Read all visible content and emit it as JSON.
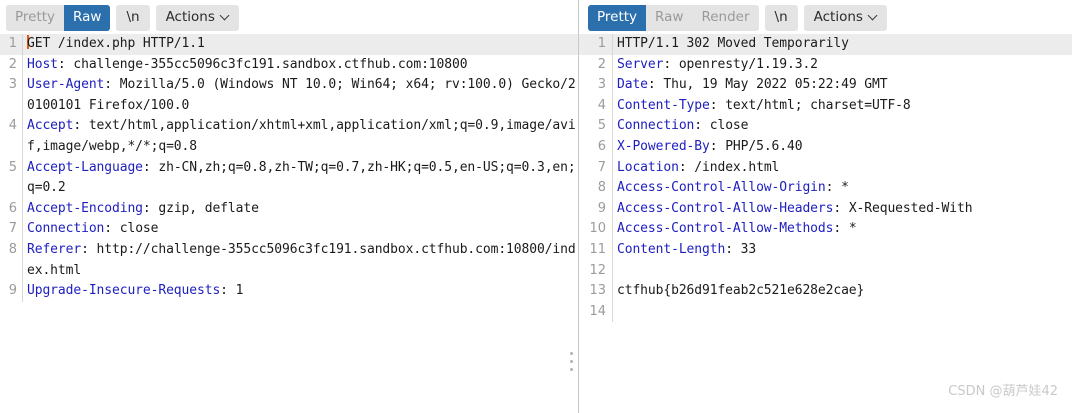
{
  "request_panel": {
    "toolbar": {
      "segments": [
        {
          "label": "Pretty",
          "state": "inactive"
        },
        {
          "label": "Raw",
          "state": "active"
        }
      ],
      "newline_label": "\\n",
      "actions_label": "Actions",
      "caret_icon": "chevron-down-icon"
    },
    "lines": [
      {
        "num": "1",
        "header": "",
        "value": "GET /index.php HTTP/1.1",
        "highlight": true,
        "cursor": true
      },
      {
        "num": "2",
        "header": "Host",
        "value": ": challenge-355cc5096c3fc191.sandbox.ctfhub.com:10800"
      },
      {
        "num": "3",
        "header": "User-Agent",
        "value": ": Mozilla/5.0 (Windows NT 10.0; Win64; x64; rv:100.0) Gecko/20100101 Firefox/100.0"
      },
      {
        "num": "4",
        "header": "Accept",
        "value": ": text/html,application/xhtml+xml,application/xml;q=0.9,image/avif,image/webp,*/*;q=0.8"
      },
      {
        "num": "5",
        "header": "Accept-Language",
        "value": ": zh-CN,zh;q=0.8,zh-TW;q=0.7,zh-HK;q=0.5,en-US;q=0.3,en;q=0.2"
      },
      {
        "num": "6",
        "header": "Accept-Encoding",
        "value": ": gzip, deflate"
      },
      {
        "num": "7",
        "header": "Connection",
        "value": ": close"
      },
      {
        "num": "8",
        "header": "Referer",
        "value": ": http://challenge-355cc5096c3fc191.sandbox.ctfhub.com:10800/index.html"
      },
      {
        "num": "9",
        "header": "Upgrade-Insecure-Requests",
        "value": ": 1"
      }
    ]
  },
  "response_panel": {
    "toolbar": {
      "segments": [
        {
          "label": "Pretty",
          "state": "active"
        },
        {
          "label": "Raw",
          "state": "inactive"
        },
        {
          "label": "Render",
          "state": "inactive"
        }
      ],
      "newline_label": "\\n",
      "actions_label": "Actions",
      "caret_icon": "chevron-down-icon"
    },
    "lines": [
      {
        "num": "1",
        "header": "",
        "value": "HTTP/1.1 302 Moved Temporarily",
        "highlight": true
      },
      {
        "num": "2",
        "header": "Server",
        "value": ": openresty/1.19.3.2"
      },
      {
        "num": "3",
        "header": "Date",
        "value": ": Thu, 19 May 2022 05:22:49 GMT"
      },
      {
        "num": "4",
        "header": "Content-Type",
        "value": ": text/html; charset=UTF-8"
      },
      {
        "num": "5",
        "header": "Connection",
        "value": ": close"
      },
      {
        "num": "6",
        "header": "X-Powered-By",
        "value": ": PHP/5.6.40"
      },
      {
        "num": "7",
        "header": "Location",
        "value": ": /index.html"
      },
      {
        "num": "8",
        "header": "Access-Control-Allow-Origin",
        "value": ": *"
      },
      {
        "num": "9",
        "header": "Access-Control-Allow-Headers",
        "value": ": X-Requested-With"
      },
      {
        "num": "10",
        "header": "Access-Control-Allow-Methods",
        "value": ": *"
      },
      {
        "num": "11",
        "header": "Content-Length",
        "value": ": 33"
      },
      {
        "num": "12",
        "header": "",
        "value": ""
      },
      {
        "num": "13",
        "header": "",
        "value": "ctfhub{b26d91feab2c521e628e2cae}"
      },
      {
        "num": "14",
        "header": "",
        "value": ""
      }
    ]
  },
  "resize_grip": {
    "icon": "vertical-dots-grip-icon"
  },
  "watermark": {
    "text": "CSDN @葫芦娃42"
  },
  "colors": {
    "accent": "#2c6fad",
    "header_blue": "#2020c0",
    "cursor_orange": "#e8590c",
    "gutter_gray": "#9b9b9b",
    "chip_bg": "#e4e4e4",
    "highlight_bg": "#ececec"
  }
}
